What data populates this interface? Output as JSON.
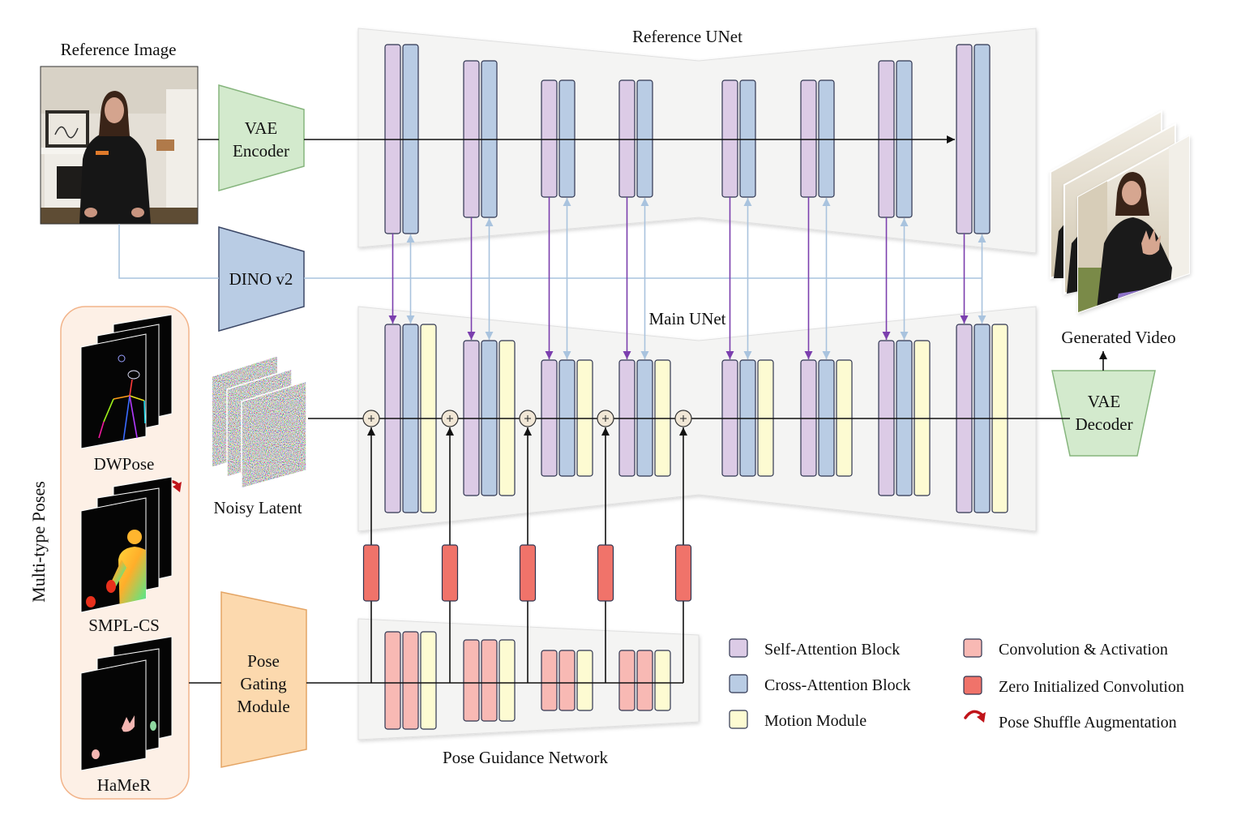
{
  "reference_image": {
    "label": "Reference Image"
  },
  "reference_unet": {
    "label": "Reference UNet"
  },
  "vae_encoder": {
    "lines": [
      "VAE",
      "Encoder"
    ]
  },
  "dino": {
    "label": "DINO v2"
  },
  "main_unet": {
    "label": "Main UNet"
  },
  "noisy_latent": {
    "label": "Noisy Latent"
  },
  "generated_video": {
    "label": "Generated Video"
  },
  "vae_decoder": {
    "lines": [
      "VAE",
      "Decoder"
    ]
  },
  "poses_panel": {
    "title": "Multi-type Poses",
    "items": [
      {
        "label": "DWPose"
      },
      {
        "label": "SMPL-CS"
      },
      {
        "label": "HaMeR"
      }
    ]
  },
  "pose_gating": {
    "lines": [
      "Pose",
      "Gating",
      "Module"
    ]
  },
  "pose_guidance": {
    "label": "Pose Guidance Network"
  },
  "legend": {
    "items": [
      {
        "label": "Self-Attention Block",
        "color": "#dccbe6"
      },
      {
        "label": "Cross-Attention Block",
        "color": "#b9cce4"
      },
      {
        "label": "Motion Module",
        "color": "#fdfbd2"
      },
      {
        "label": "Convolution & Activation",
        "color": "#f8b9b4"
      },
      {
        "label": "Zero Initialized Convolution",
        "color": "#f0736a"
      },
      {
        "label": "Pose Shuffle Augmentation",
        "color": "#c0141a"
      }
    ]
  },
  "colors": {
    "self_attention": "#dccbe6",
    "cross_attention": "#b9cce4",
    "motion_module": "#fdfbd2",
    "convolution": "#f8b9b4",
    "zero_conv": "#f0736a",
    "vae": "#d3eacd",
    "dino": "#b9cce4",
    "pose_gating": "#fcd9ae",
    "poses_panel": "#fdf0e6",
    "unet_panel": "#f4f4f3",
    "reference_arrow": "#7b3fae",
    "dino_arrow": "#a9c3de",
    "pose_shuffle": "#c0141a"
  }
}
